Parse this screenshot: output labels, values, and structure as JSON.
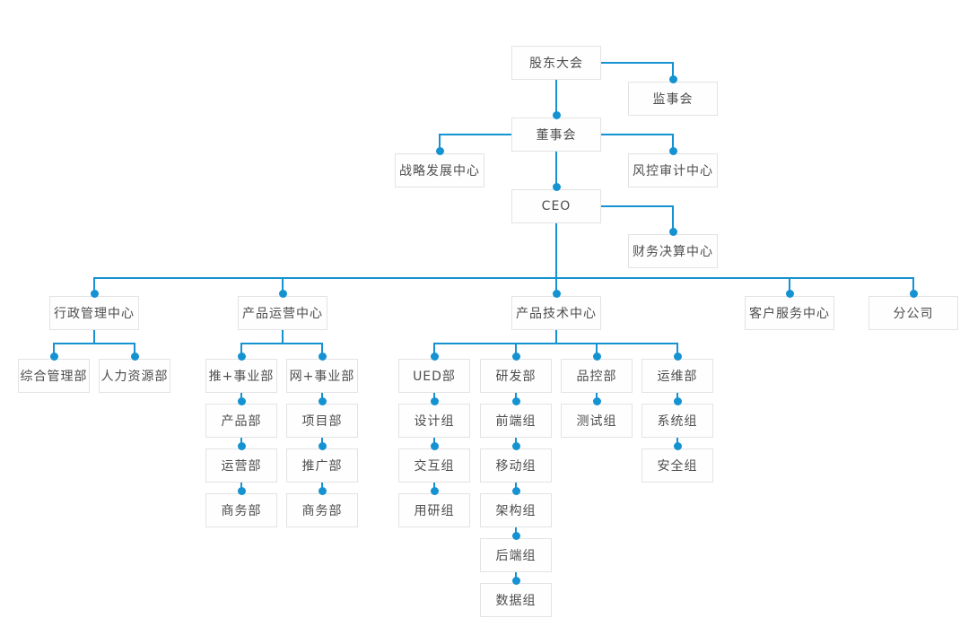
{
  "diagram": {
    "type": "org-chart",
    "accent_color": "#1492d2",
    "node_background": "#fefefe",
    "node_border_color": "#e3e3e3",
    "node_text_color": "#4d4d4d",
    "root_id": "shareholders-meeting",
    "nodes": [
      {
        "id": "shareholders-meeting",
        "label": "股东大会"
      },
      {
        "id": "supervisory-board",
        "label": "监事会"
      },
      {
        "id": "board-of-directors",
        "label": "董事会"
      },
      {
        "id": "strategic-development-center",
        "label": "战略发展中心"
      },
      {
        "id": "risk-audit-center",
        "label": "风控审计中心"
      },
      {
        "id": "ceo",
        "label": "CEO"
      },
      {
        "id": "financial-settlement-center",
        "label": "财务决算中心"
      },
      {
        "id": "admin-management-center",
        "label": "行政管理中心"
      },
      {
        "id": "product-operation-center",
        "label": "产品运营中心"
      },
      {
        "id": "product-technology-center",
        "label": "产品技术中心"
      },
      {
        "id": "customer-service-center",
        "label": "客户服务中心"
      },
      {
        "id": "branch-company",
        "label": "分公司"
      },
      {
        "id": "general-management-dept",
        "label": "综合管理部"
      },
      {
        "id": "human-resources-dept",
        "label": "人力资源部"
      },
      {
        "id": "tui-business-dept",
        "label": "推+事业部"
      },
      {
        "id": "wang-business-dept",
        "label": "网+事业部"
      },
      {
        "id": "product-dept",
        "label": "产品部"
      },
      {
        "id": "operation-dept",
        "label": "运营部"
      },
      {
        "id": "business-dept-1",
        "label": "商务部"
      },
      {
        "id": "project-dept",
        "label": "项目部"
      },
      {
        "id": "promotion-dept",
        "label": "推广部"
      },
      {
        "id": "business-dept-2",
        "label": "商务部"
      },
      {
        "id": "ued-dept",
        "label": "UED部"
      },
      {
        "id": "rd-dept",
        "label": "研发部"
      },
      {
        "id": "qc-dept",
        "label": "品控部"
      },
      {
        "id": "ops-dept",
        "label": "运维部"
      },
      {
        "id": "design-group",
        "label": "设计组"
      },
      {
        "id": "interaction-group",
        "label": "交互组"
      },
      {
        "id": "user-research-group",
        "label": "用研组"
      },
      {
        "id": "frontend-group",
        "label": "前端组"
      },
      {
        "id": "mobile-group",
        "label": "移动组"
      },
      {
        "id": "architecture-group",
        "label": "架构组"
      },
      {
        "id": "backend-group",
        "label": "后端组"
      },
      {
        "id": "data-group",
        "label": "数据组"
      },
      {
        "id": "test-group",
        "label": "测试组"
      },
      {
        "id": "system-group",
        "label": "系统组"
      },
      {
        "id": "security-group",
        "label": "安全组"
      }
    ],
    "edges": [
      [
        "shareholders-meeting",
        "supervisory-board"
      ],
      [
        "shareholders-meeting",
        "board-of-directors"
      ],
      [
        "board-of-directors",
        "strategic-development-center"
      ],
      [
        "board-of-directors",
        "risk-audit-center"
      ],
      [
        "board-of-directors",
        "ceo"
      ],
      [
        "ceo",
        "financial-settlement-center"
      ],
      [
        "ceo",
        "admin-management-center"
      ],
      [
        "ceo",
        "product-operation-center"
      ],
      [
        "ceo",
        "product-technology-center"
      ],
      [
        "ceo",
        "customer-service-center"
      ],
      [
        "ceo",
        "branch-company"
      ],
      [
        "admin-management-center",
        "general-management-dept"
      ],
      [
        "admin-management-center",
        "human-resources-dept"
      ],
      [
        "product-operation-center",
        "tui-business-dept"
      ],
      [
        "product-operation-center",
        "wang-business-dept"
      ],
      [
        "tui-business-dept",
        "product-dept"
      ],
      [
        "product-dept",
        "operation-dept"
      ],
      [
        "operation-dept",
        "business-dept-1"
      ],
      [
        "wang-business-dept",
        "project-dept"
      ],
      [
        "project-dept",
        "promotion-dept"
      ],
      [
        "promotion-dept",
        "business-dept-2"
      ],
      [
        "product-technology-center",
        "ued-dept"
      ],
      [
        "product-technology-center",
        "rd-dept"
      ],
      [
        "product-technology-center",
        "qc-dept"
      ],
      [
        "product-technology-center",
        "ops-dept"
      ],
      [
        "ued-dept",
        "design-group"
      ],
      [
        "design-group",
        "interaction-group"
      ],
      [
        "interaction-group",
        "user-research-group"
      ],
      [
        "rd-dept",
        "frontend-group"
      ],
      [
        "frontend-group",
        "mobile-group"
      ],
      [
        "mobile-group",
        "architecture-group"
      ],
      [
        "architecture-group",
        "backend-group"
      ],
      [
        "backend-group",
        "data-group"
      ],
      [
        "qc-dept",
        "test-group"
      ],
      [
        "ops-dept",
        "system-group"
      ],
      [
        "system-group",
        "security-group"
      ]
    ]
  }
}
